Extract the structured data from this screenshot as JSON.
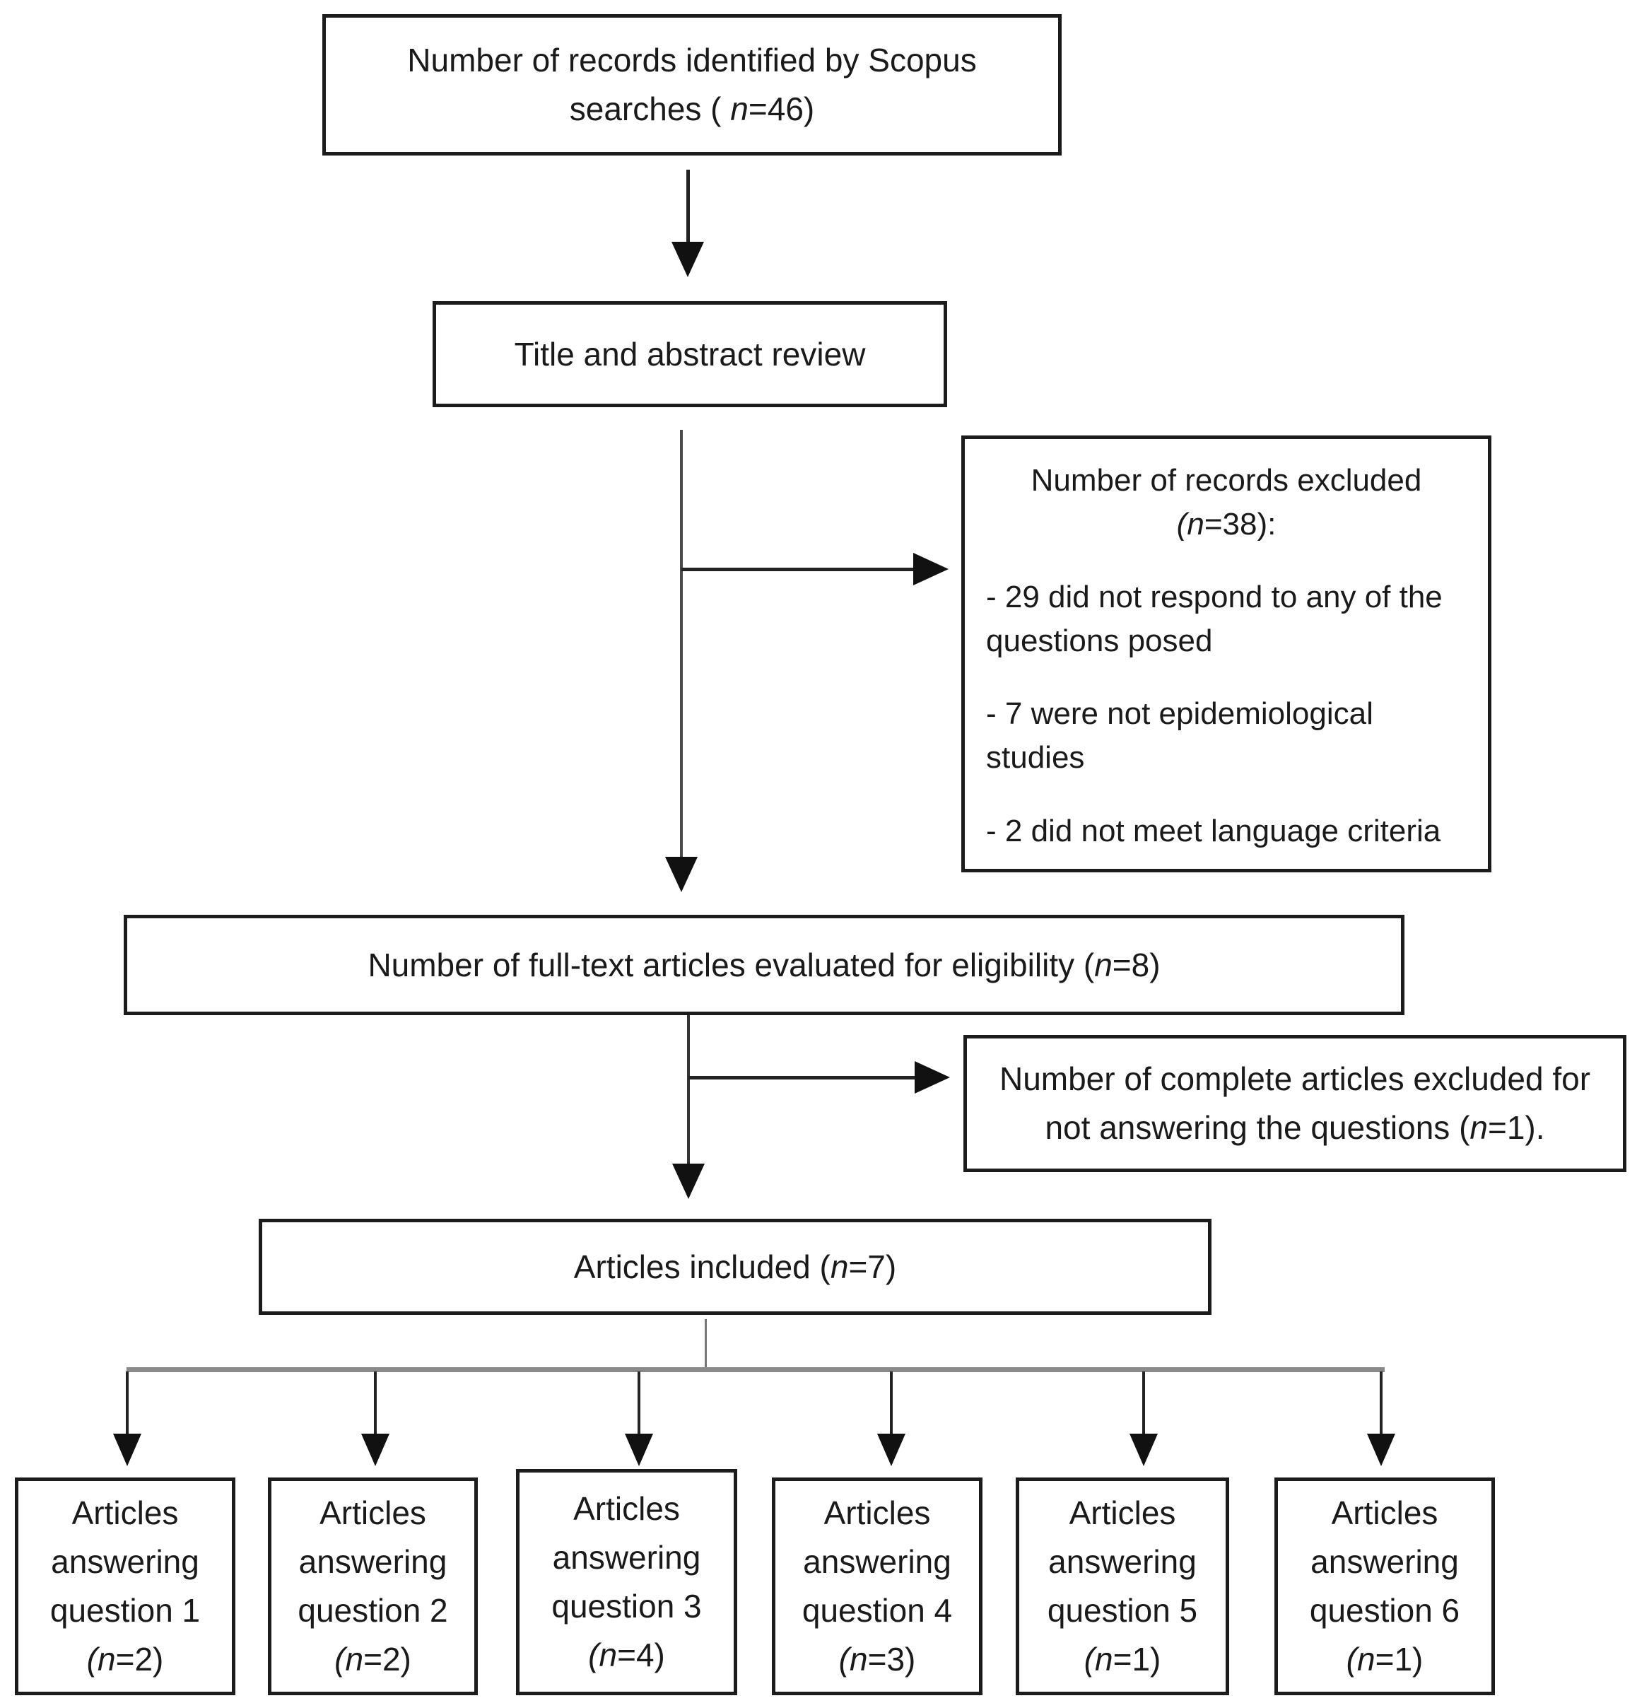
{
  "figure": {
    "type": "prisma-flow-diagram",
    "background_color": "#ffffff",
    "box_border_color": "#1c1c1c",
    "connector_color": "#222222",
    "fanout_line_color": "#8a8a8a",
    "text_color": "#1a1a1a"
  },
  "boxes": {
    "identified": {
      "line1": "Number of records identified by Scopus",
      "line2_pre": "searches ( ",
      "line2_n": "n",
      "line2_post": "=46)"
    },
    "title_review": {
      "text": "Title and abstract review"
    },
    "records_excluded": {
      "title": "Number of records excluded",
      "count_pre": "(",
      "count_n": "n",
      "count_post": "=38):",
      "items": [
        "- 29 did not respond to any of the questions posed",
        "- 7 were not epidemiological studies",
        "- 2 did not meet language criteria"
      ]
    },
    "fulltext": {
      "pre": "Number of full-text articles evaluated for eligibility (",
      "n": "n",
      "post": "=8)"
    },
    "complete_excluded": {
      "line1": "Number of complete articles excluded for",
      "line2_pre": "not answering the questions (",
      "line2_n": "n",
      "line2_post": "=1)."
    },
    "included": {
      "pre": "Articles included (",
      "n": "n",
      "post": "=7)"
    },
    "questions": [
      {
        "line1": "Articles",
        "line2": "answering",
        "line3": "question 1",
        "n_pre": "(",
        "n": "n",
        "n_post": "=2)"
      },
      {
        "line1": "Articles",
        "line2": "answering",
        "line3": "question 2",
        "n_pre": "(",
        "n": "n",
        "n_post": "=2)"
      },
      {
        "line1": "Articles",
        "line2": "answering",
        "line3": "question 3",
        "n_pre": "(",
        "n": "n",
        "n_post": "=4)"
      },
      {
        "line1": "Articles",
        "line2": "answering",
        "line3": "question 4",
        "n_pre": "(",
        "n": "n",
        "n_post": "=3)"
      },
      {
        "line1": "Articles",
        "line2": "answering",
        "line3": "question 5",
        "n_pre": "(",
        "n": "n",
        "n_post": "=1)"
      },
      {
        "line1": "Articles",
        "line2": "answering",
        "line3": "question 6",
        "n_pre": "(",
        "n": "n",
        "n_post": "=1)"
      }
    ]
  }
}
